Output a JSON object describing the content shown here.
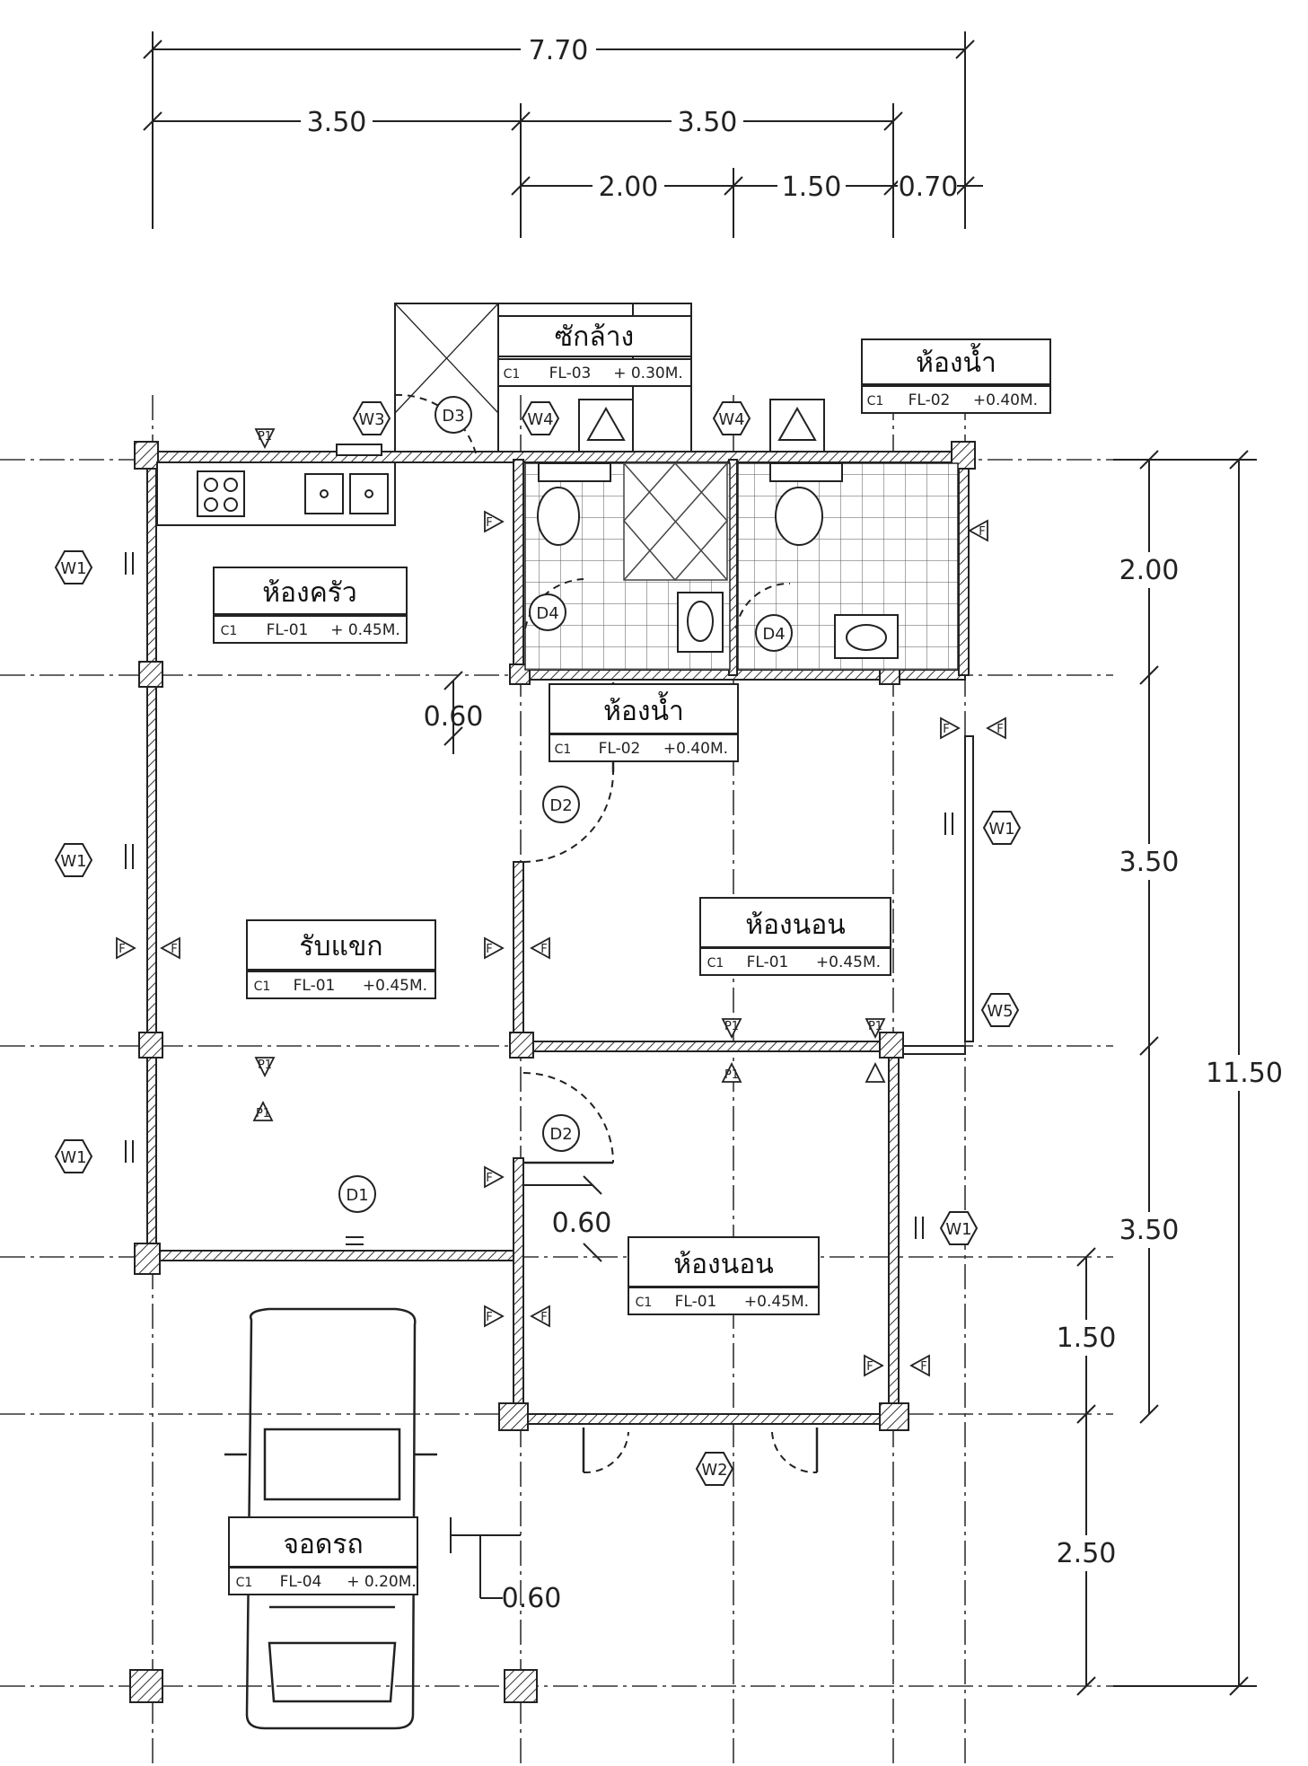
{
  "colors": {
    "ink": "#222222",
    "wall_fill": "#dcdcdc",
    "paper": "#ffffff"
  },
  "dimensions": {
    "top_overall": "7.70",
    "top_left": "3.50",
    "top_right": "3.50",
    "top_sub_1": "2.00",
    "top_sub_2": "1.50",
    "top_sub_3": "0.70",
    "right_1": "2.00",
    "right_2": "3.50",
    "right_3": "3.50",
    "right_4": "1.50",
    "right_5": "2.50",
    "right_overall": "11.50",
    "inner_1": "0.60",
    "inner_2": "0.60",
    "inner_3": "0.60"
  },
  "rooms": {
    "laundry": {
      "name": "ซักล้าง",
      "code": "FL-03",
      "level": "+ 0.30M."
    },
    "bath_top": {
      "name": "ห้องน้ำ",
      "code": "FL-02",
      "level": "+0.40M."
    },
    "kitchen": {
      "name": "ห้องครัว",
      "code": "FL-01",
      "level": "+ 0.45M."
    },
    "bath_mid": {
      "name": "ห้องน้ำ",
      "code": "FL-02",
      "level": "+0.40M."
    },
    "living": {
      "name": "รับแขก",
      "code": "FL-01",
      "level": "+0.45M."
    },
    "bed1": {
      "name": "ห้องนอน",
      "code": "FL-01",
      "level": "+0.45M."
    },
    "bed2": {
      "name": "ห้องนอน",
      "code": "FL-01",
      "level": "+0.45M."
    },
    "carport": {
      "name": "จอดรถ",
      "code": "FL-04",
      "level": "+ 0.20M."
    }
  },
  "tag_prefix": "C1",
  "markers": {
    "W1": "W1",
    "W2": "W2",
    "W3": "W3",
    "W4": "W4",
    "W5": "W5",
    "D1": "D1",
    "D2": "D2",
    "D3": "D3",
    "D4": "D4",
    "P1": "P1",
    "F": "F"
  }
}
